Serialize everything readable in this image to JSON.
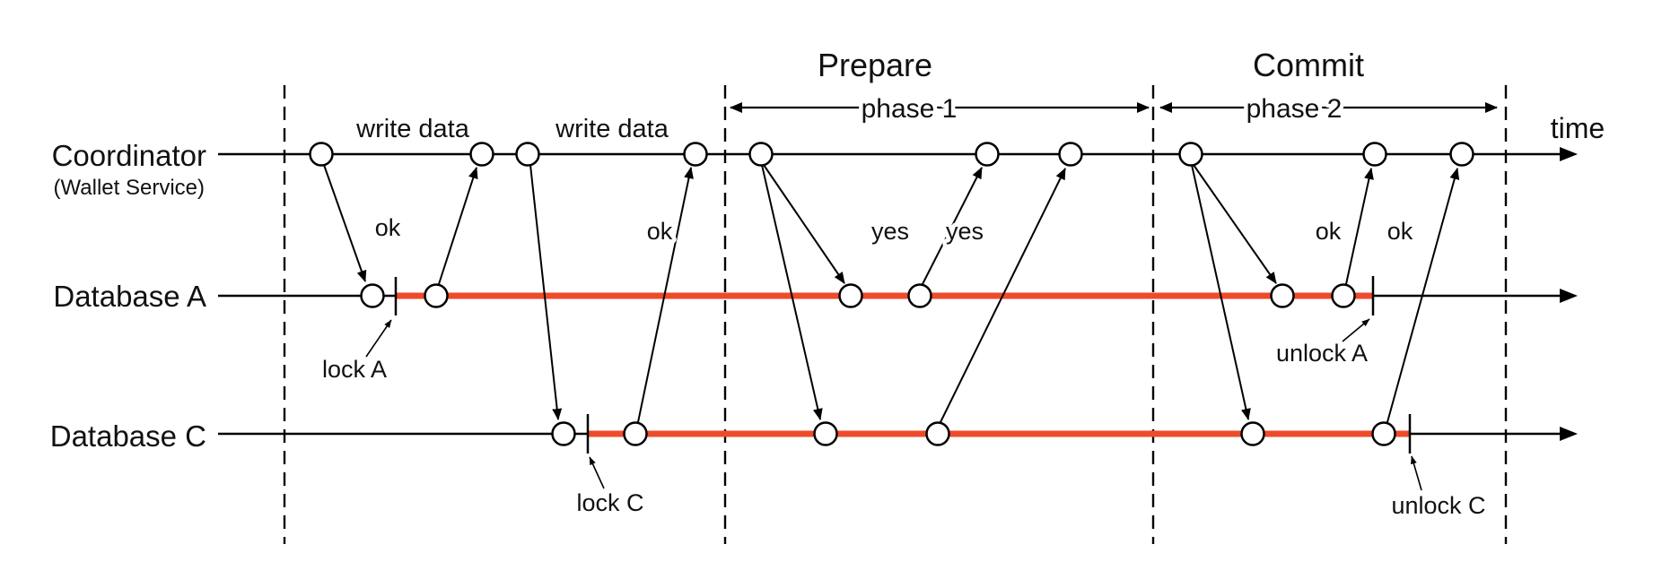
{
  "lanes": {
    "coordinator": {
      "label": "Coordinator",
      "sublabel": "(Wallet Service)"
    },
    "database_a": {
      "label": "Database A"
    },
    "database_c": {
      "label": "Database C"
    }
  },
  "phases": {
    "prepare": {
      "title": "Prepare",
      "span_label": "phase 1"
    },
    "commit": {
      "title": "Commit",
      "span_label": "phase 2"
    }
  },
  "axis": {
    "time_label": "time"
  },
  "messages": {
    "write_data_1": "write data",
    "write_data_2": "write data",
    "ok_write_a": "ok",
    "ok_write_c": "ok",
    "yes_prepare_a": "yes",
    "yes_prepare_c": "yes",
    "ok_commit_a": "ok",
    "ok_commit_c": "ok"
  },
  "annotations": {
    "lock_a": "lock A",
    "lock_c": "lock C",
    "unlock_a": "unlock A",
    "unlock_c": "unlock C"
  },
  "colors": {
    "timeline": "#000000",
    "lock_segment": "#ee4b2b",
    "background": "#ffffff"
  }
}
